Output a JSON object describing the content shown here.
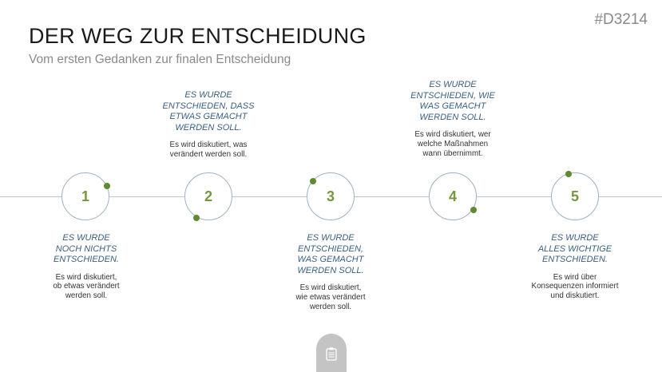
{
  "header": {
    "title": "DER WEG ZUR ENTSCHEIDUNG",
    "subtitle": "Vom ersten Gedanken zur finalen Entscheidung",
    "code": "#D3214"
  },
  "colors": {
    "accent_green": "#77973d",
    "dot_green": "#5f8a2f",
    "heading_blue": "#3a5f82",
    "line": "#b7c6d4"
  },
  "steps": [
    {
      "number": "1",
      "heading": "ES WURDE\nNOCH NICHTS\nENTSCHIEDEN.",
      "text": "Es wird diskutiert,\nob etwas verändert\nwerden soll."
    },
    {
      "number": "2",
      "heading": "ES WURDE\nENTSCHIEDEN, DASS\nETWAS GEMACHT\nWERDEN SOLL.",
      "text": "Es wird diskutiert, was\nverändert werden soll."
    },
    {
      "number": "3",
      "heading": "ES WURDE\nENTSCHIEDEN,\nWAS GEMACHT\nWERDEN SOLL.",
      "text": "Es wird diskutiert,\nwie etwas verändert\nwerden soll."
    },
    {
      "number": "4",
      "heading": "ES WURDE\nENTSCHIEDEN, WIE\nWAS GEMACHT\nWERDEN SOLL.",
      "text": "Es wird diskutiert, wer\nwelche Maßnahmen\nwann übernimmt."
    },
    {
      "number": "5",
      "heading": "ES WURDE\nALLES WICHTIGE\nENTSCHIEDEN.",
      "text": "Es wird über\nKonsequenzen informiert\nund diskutiert."
    }
  ],
  "footer": {
    "icon": "clipboard-icon"
  }
}
